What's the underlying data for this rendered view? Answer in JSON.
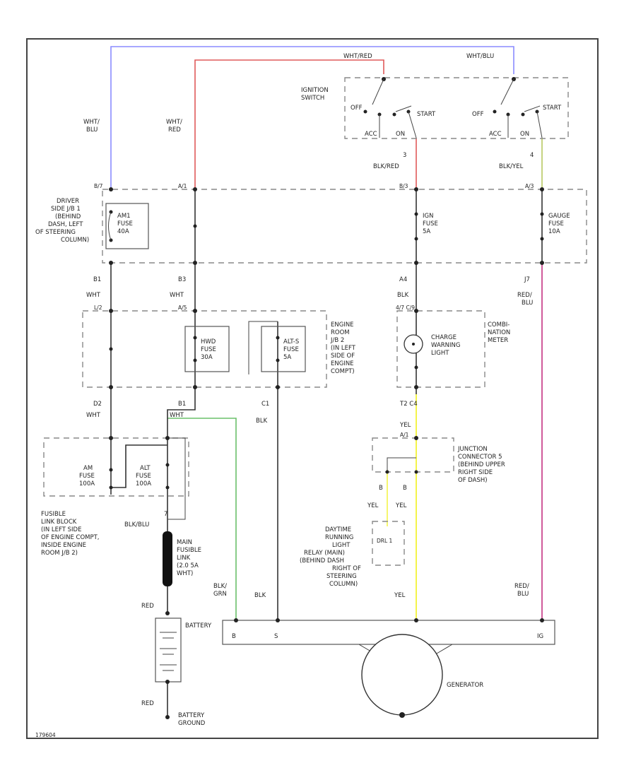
{
  "wire_colors": {
    "blue": "#8a8cff",
    "red": "#e05a5a",
    "pink": "#d05a9a",
    "green": "#6ac06a",
    "yellow": "#f4f44a",
    "gray": "#444444"
  },
  "labels": {
    "wht_red_top": "WHT/RED",
    "wht_blu_top": "WHT/BLU",
    "ignition_switch": [
      "IGNITION",
      "SWITCH"
    ],
    "off_left": "OFF",
    "start_left": "START",
    "acc_left": "ACC",
    "on_left": "ON",
    "off_right": "OFF",
    "start_right": "START",
    "acc_right": "ACC",
    "on_right": "ON",
    "wht_blu_left": [
      "WHT/",
      "BLU"
    ],
    "wht_red_left": [
      "WHT/",
      "RED"
    ],
    "pin3": "3",
    "blk_red": "BLK/RED",
    "pin4": "4",
    "blk_yel": "BLK/YEL",
    "jb1_a": "B/7",
    "jb1_b": "A/1",
    "jb1_c": "B/3",
    "jb1_d": "A/3",
    "driver_jb": [
      "DRIVER",
      "SIDE J/B 1",
      "(BEHIND",
      "DASH, LEFT",
      "OF STEERING",
      "COLUMN)"
    ],
    "am1_fuse": [
      "AM1",
      "FUSE",
      "40A"
    ],
    "ign_fuse": [
      "IGN",
      "FUSE",
      "5A"
    ],
    "gauge_fuse": [
      "GAUGE",
      "FUSE",
      "10A"
    ],
    "b1": "B1",
    "wht_1": "WHT",
    "b3": "B3",
    "wht_2": "WHT",
    "a4": "A4",
    "blk_1": "BLK",
    "j7": "J7",
    "red_blu_1": [
      "RED/",
      "BLU"
    ],
    "jb2_l2": "L/2",
    "jb2_a5": "A/5",
    "combo_pin": "4/7 C/9",
    "engine_room_jb2": [
      "ENGINE",
      "ROOM",
      "J/B 2",
      "(IN LEFT",
      "SIDE OF",
      "ENGINE",
      "COMPT)"
    ],
    "hwd_fuse": [
      "HWD",
      "FUSE",
      "30A"
    ],
    "alts_fuse": [
      "ALT-S",
      "FUSE",
      "5A"
    ],
    "charge_light": [
      "CHARGE",
      "WARNING",
      "LIGHT"
    ],
    "combination_meter": [
      "COMBI-",
      "NATION",
      "METER"
    ],
    "d2": "D2",
    "wht_3": "WHT",
    "b1b": "B1",
    "wht_4": "WHT",
    "c1": "C1",
    "blk_2": "BLK",
    "t2_c4": "T2  C4",
    "yel_1": "YEL",
    "pin_a1": "A/1",
    "junction_conn": [
      "JUNCTION",
      "CONNECTOR 5",
      "(BEHIND UPPER",
      "RIGHT SIDE",
      "OF DASH)"
    ],
    "pin_b_left": "B",
    "pin_b_right": "B",
    "yel_2": "YEL",
    "yel_3": "YEL",
    "am_fuse": [
      "AM",
      "FUSE",
      "100A"
    ],
    "alt_fuse": [
      "ALT",
      "FUSE",
      "100A"
    ],
    "fusible_block": [
      "FUSIBLE",
      "LINK BLOCK",
      "(IN LEFT SIDE",
      "OF ENGINE COMPT,",
      "INSIDE ENGINE",
      "ROOM J/B 2)"
    ],
    "pin7": "7",
    "blk_blu": "BLK/BLU",
    "main_fusible": [
      "MAIN",
      "FUSIBLE",
      "LINK",
      "(2.0 5A",
      "WHT)"
    ],
    "drl_relay": [
      "DAYTIME",
      "RUNNING",
      "LIGHT",
      "RELAY (MAIN)",
      "(BEHIND DASH",
      "RIGHT OF",
      "STEERING",
      "COLUMN)"
    ],
    "drl_box": "DRL 1",
    "blk_grn": [
      "BLK/",
      "GRN"
    ],
    "blk_3": "BLK",
    "yel_4": "YEL",
    "red_blu_2": [
      "RED/",
      "BLU"
    ],
    "red_top": "RED",
    "battery": "BATTERY",
    "gen_b": "B",
    "gen_s": "S",
    "gen_ig": "IG",
    "generator": "GENERATOR",
    "red_bottom": "RED",
    "battery_ground": [
      "BATTERY",
      "GROUND"
    ],
    "page_id": "179604"
  }
}
